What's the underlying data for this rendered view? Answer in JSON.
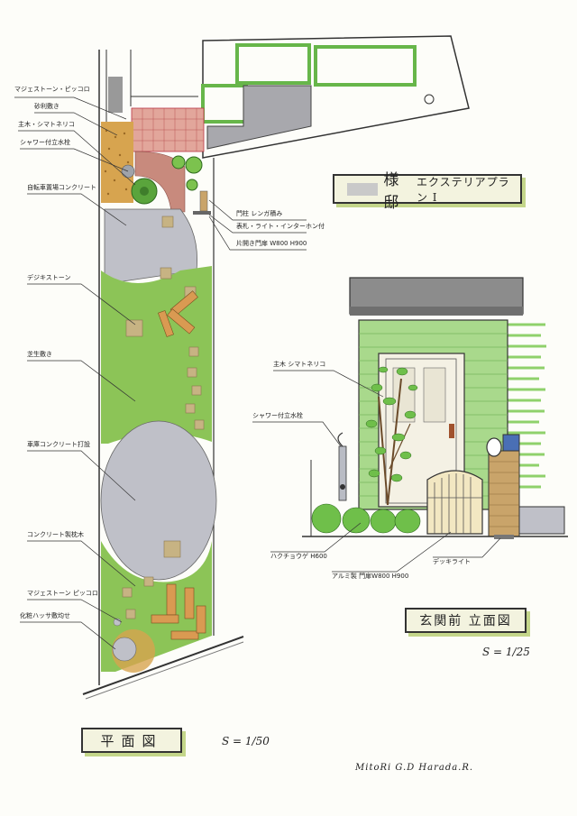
{
  "title": {
    "owner_redacted": "",
    "honorific": "様邸",
    "text": "エクステリアプラン Ⅰ"
  },
  "plan": {
    "title": "平面図",
    "scale": "S = 1/50",
    "labels": [
      "マジェストーン・ピッコロ",
      "砂利敷き",
      "主木・シマトネリコ",
      "シャワー付立水栓",
      "自転車置場コンクリート",
      "デジキストーン",
      "芝生敷き",
      "車庫コンクリート打設",
      "コンクリート製枕木",
      "マジェストーン ピッコロ",
      "化粧ハッサ敷均せ",
      "門柱 レンガ積み",
      "表札・ライト・インターホン付",
      "片開き門扉 W800 H900"
    ]
  },
  "elevation": {
    "title": "玄関前 立面図",
    "scale": "S = 1/25",
    "labels": [
      "主木 シマトネリコ",
      "シャワー付立水栓",
      "ハクチョウゲ H600",
      "アルミ製 門扉W800 H900",
      "デッキライト"
    ]
  },
  "signature": "MitoRi G.D   Harada.R.",
  "colors": {
    "lawn": "#8cc457",
    "concrete": "#bfc0c8",
    "tile": "#e2a69b",
    "gravel": "#d7a44f",
    "siding": "#a9d98c",
    "roof": "#8c8c8c",
    "brick": "#c9a46a",
    "wood": "#d99a52"
  }
}
